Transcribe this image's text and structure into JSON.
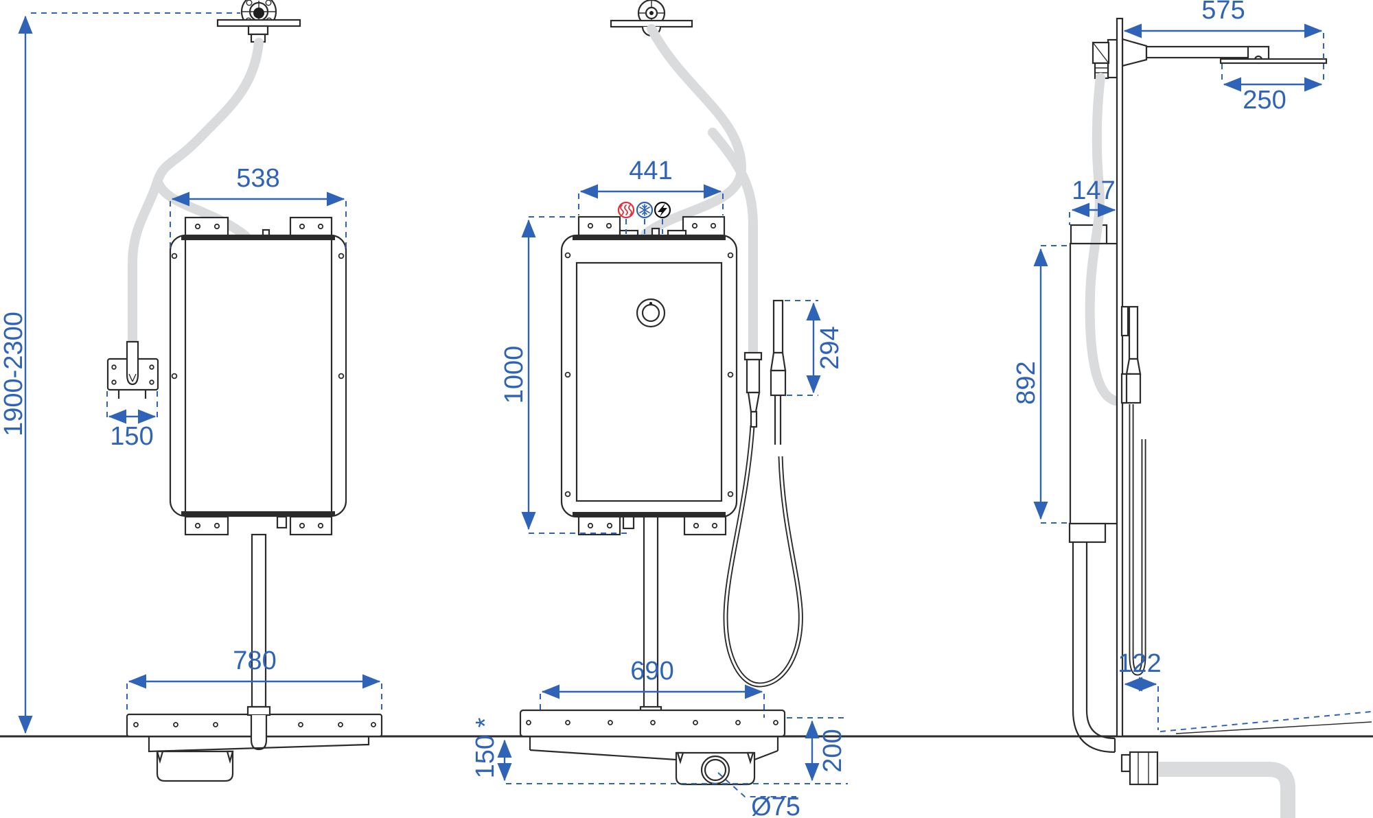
{
  "dimensions": {
    "left_view": {
      "overall_height": "1900-2300",
      "unit_width": "538",
      "hand_shower_holder_width": "150",
      "base_width": "780"
    },
    "front_view": {
      "connections_width": "441",
      "unit_height": "1000",
      "hand_shower_length": "294",
      "base_width": "690",
      "below_floor_depth": "150 *",
      "drain_depth": "200",
      "drain_diameter": "Ø75"
    },
    "side_view": {
      "arm_length": "575",
      "head_width": "250",
      "unit_depth": "147",
      "unit_height": "892",
      "drain_offset": "122"
    }
  },
  "icons": {
    "hot_water": "heat-waves-icon",
    "cold_water": "snowflake-icon",
    "power": "lightning-bolt-icon"
  },
  "colors": {
    "dimension_blue": "#2E63B8",
    "hot_red": "#E03238",
    "power_black": "#111111",
    "hose_gray": "#D9DBDD",
    "outline": "#2B2B2B"
  }
}
